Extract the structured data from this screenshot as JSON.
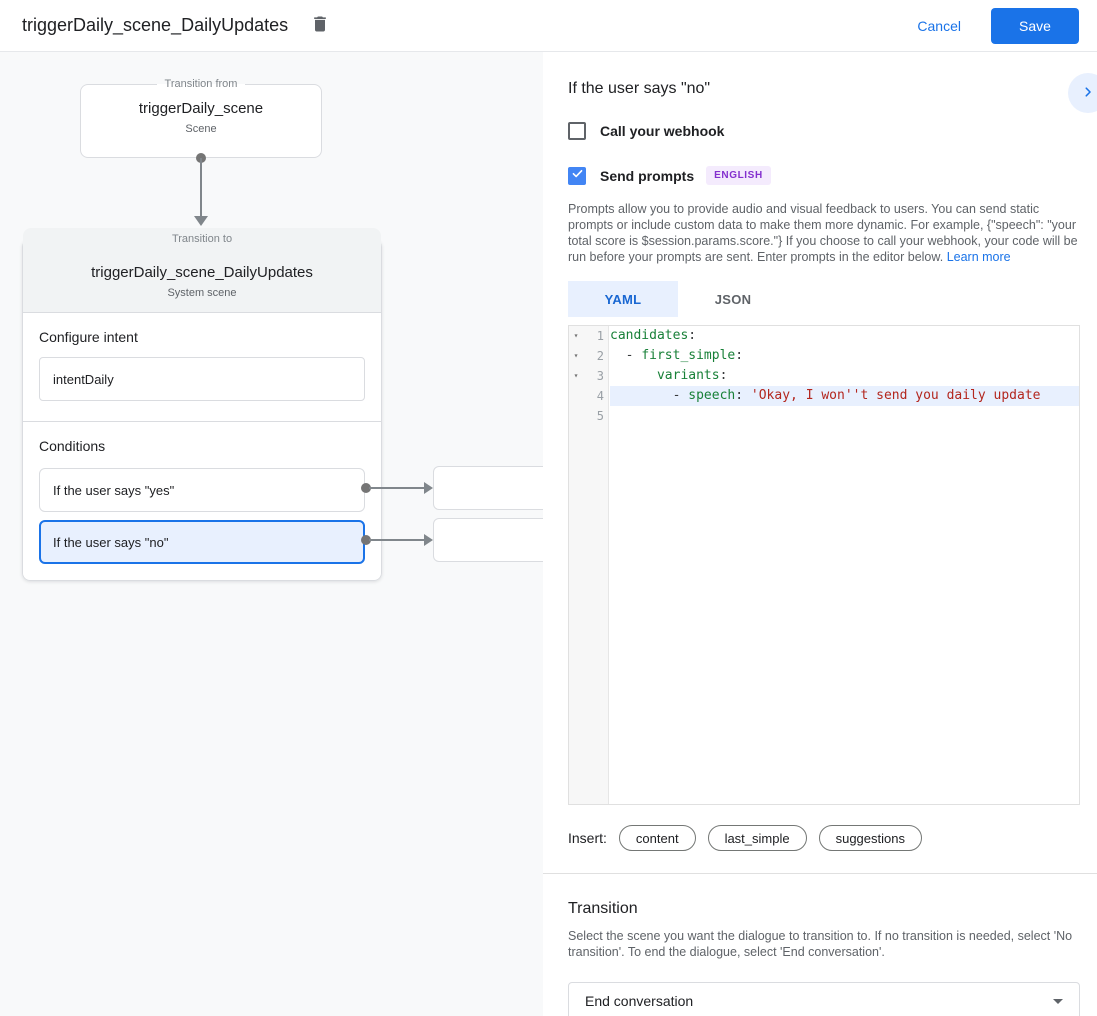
{
  "topbar": {
    "title": "triggerDaily_scene_DailyUpdates",
    "cancel_label": "Cancel",
    "save_label": "Save"
  },
  "flow": {
    "from": {
      "legend": "Transition from",
      "title": "triggerDaily_scene",
      "subtitle": "Scene"
    },
    "to": {
      "legend": "Transition to",
      "title": "triggerDaily_scene_DailyUpdates",
      "subtitle": "System scene"
    },
    "configure_intent": {
      "label": "Configure intent",
      "value": "intentDaily"
    },
    "conditions": {
      "label": "Conditions",
      "items": [
        {
          "label": "If the user says \"yes\"",
          "selected": false
        },
        {
          "label": "If the user says \"no\"",
          "selected": true
        }
      ]
    }
  },
  "panel": {
    "title": "If the user says \"no\"",
    "webhook": {
      "label": "Call your webhook",
      "checked": false
    },
    "send_prompts": {
      "label": "Send prompts",
      "badge": "ENGLISH",
      "checked": true
    },
    "description": "Prompts allow you to provide audio and visual feedback to users. You can send static prompts or include custom data to make them more dynamic. For example, {\"speech\": \"your total score is $session.params.score.\"} If you choose to call your webhook, your code will be run before your prompts are sent. Enter prompts in the editor below.",
    "learn_more": "Learn more",
    "tabs": [
      {
        "label": "YAML",
        "active": true
      },
      {
        "label": "JSON",
        "active": false
      }
    ],
    "editor": {
      "lines": [
        {
          "n": "1",
          "fold": true,
          "hl": false,
          "tokens": [
            {
              "c": "key",
              "t": "candidates"
            },
            {
              "c": "plain",
              "t": ":"
            }
          ]
        },
        {
          "n": "2",
          "fold": true,
          "hl": false,
          "tokens": [
            {
              "c": "plain",
              "t": "  - "
            },
            {
              "c": "key",
              "t": "first_simple"
            },
            {
              "c": "plain",
              "t": ":"
            }
          ]
        },
        {
          "n": "3",
          "fold": true,
          "hl": false,
          "tokens": [
            {
              "c": "plain",
              "t": "      "
            },
            {
              "c": "key",
              "t": "variants"
            },
            {
              "c": "plain",
              "t": ":"
            }
          ]
        },
        {
          "n": "4",
          "fold": false,
          "hl": true,
          "tokens": [
            {
              "c": "plain",
              "t": "        - "
            },
            {
              "c": "key",
              "t": "speech"
            },
            {
              "c": "plain",
              "t": ": "
            },
            {
              "c": "str",
              "t": "'Okay, I won''t send you daily update"
            }
          ]
        },
        {
          "n": "5",
          "fold": false,
          "hl": false,
          "tokens": []
        }
      ]
    },
    "insert": {
      "label": "Insert:",
      "chips": [
        "content",
        "last_simple",
        "suggestions"
      ]
    },
    "transition": {
      "title": "Transition",
      "description": "Select the scene you want the dialogue to transition to. If no transition is needed, select 'No transition'. To end the dialogue, select 'End conversation'.",
      "selected_value": "End conversation"
    }
  },
  "colors": {
    "accent_blue": "#1a73e8",
    "selected_fill": "#e8f0fe",
    "badge_purple_text": "#8430ce",
    "badge_purple_bg": "#f4ebfd",
    "code_key_green": "#188038",
    "code_string_red": "#b3261e",
    "panel_bg_gray": "#f8f9fa",
    "card_header_gray": "#f1f3f4"
  }
}
